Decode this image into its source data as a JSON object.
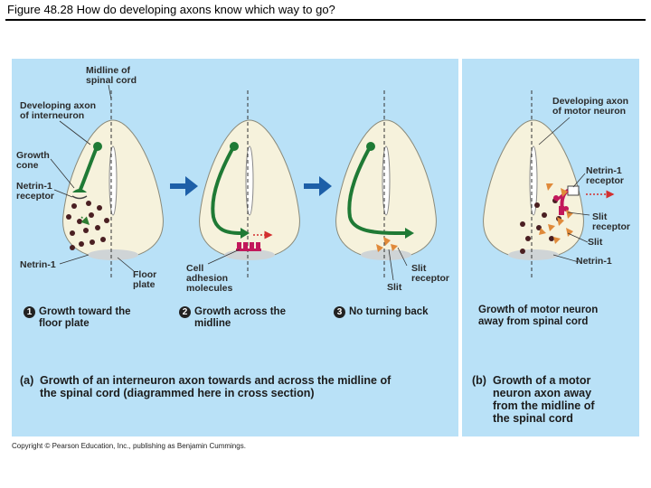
{
  "figure": {
    "title": "Figure 48.28 How do developing axons know which way to go?",
    "copyright": "Copyright © Pearson Education, Inc., publishing as Benjamin Cummings."
  },
  "panel_a": {
    "labels": {
      "midline": "Midline of\nspinal cord",
      "developing_axon": "Developing axon\nof interneuron",
      "growth_cone": "Growth\ncone",
      "netrin_receptor": "Netrin-1\nreceptor",
      "netrin": "Netrin-1",
      "floor_plate": "Floor\nplate",
      "cell_adhesion": "Cell\nadhesion\nmolecules",
      "slit_receptor": "Slit\nreceptor",
      "slit": "Slit"
    },
    "steps": [
      {
        "number": "1",
        "text": "Growth toward the\nfloor plate"
      },
      {
        "number": "2",
        "text": "Growth across the\nmidline"
      },
      {
        "number": "3",
        "text": "No turning back"
      }
    ],
    "caption_letter": "(a)",
    "caption": "Growth of an interneuron axon towards and across the midline of\nthe spinal cord (diagrammed here in cross section)"
  },
  "panel_b": {
    "labels": {
      "developing_axon": "Developing axon\nof motor neuron",
      "netrin_receptor": "Netrin-1\nreceptor",
      "slit_receptor": "Slit\nreceptor",
      "slit": "Slit",
      "netrin": "Netrin-1"
    },
    "step": "Growth of motor neuron\naway from spinal cord",
    "caption_letter": "(b)",
    "caption": "Growth of a motor\nneuron axon away\nfrom the midline of\nthe spinal cord"
  },
  "colors": {
    "background": "#ffffff",
    "panel": "#b9e1f7",
    "cord": "#f6f2dc",
    "axon": "#1f7a35",
    "netrin_dot": "#4a1f22",
    "adhesion": "#c2185b",
    "slit": "#e08a3a",
    "arrow": "#1d5fa8"
  },
  "icons": [
    "step-arrow-icon",
    "growth-arrow-icon",
    "number-badge-icon"
  ]
}
